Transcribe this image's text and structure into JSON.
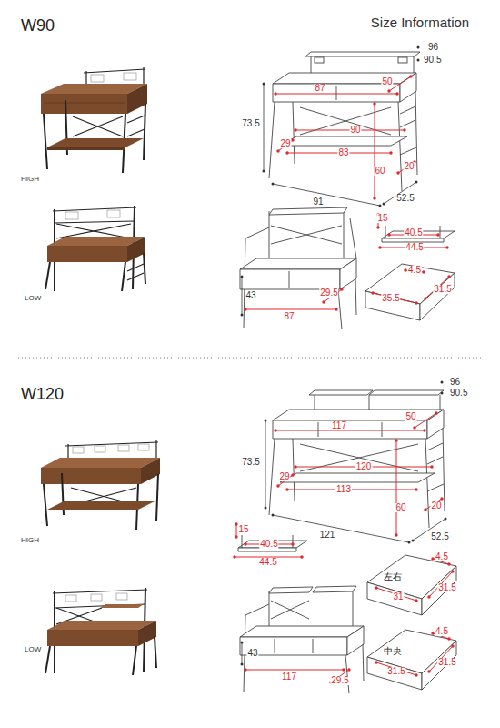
{
  "diagram": {
    "title": "Size Information",
    "labels": [
      "W90",
      "HIGH",
      "LOW",
      "96",
      "90.5",
      "87",
      "50",
      "73.5",
      "90",
      "29",
      "83",
      "60",
      "20",
      "91",
      "52.5",
      "15",
      "40.5",
      "44.5",
      "4.5",
      "43",
      "35.5",
      "31.5",
      "29.5",
      "87",
      "W120",
      "96",
      "90.5",
      "117",
      "50",
      "73.5",
      "120",
      "29",
      "113",
      "60",
      "20",
      "HIGH",
      "15",
      "121",
      "52.5",
      "40.5",
      "4.5",
      "左右",
      "44.5",
      "31",
      "31.5",
      "LOW",
      "43",
      "4.5",
      "中央",
      "31.5",
      "31.5",
      "29.5",
      "117"
    ]
  }
}
